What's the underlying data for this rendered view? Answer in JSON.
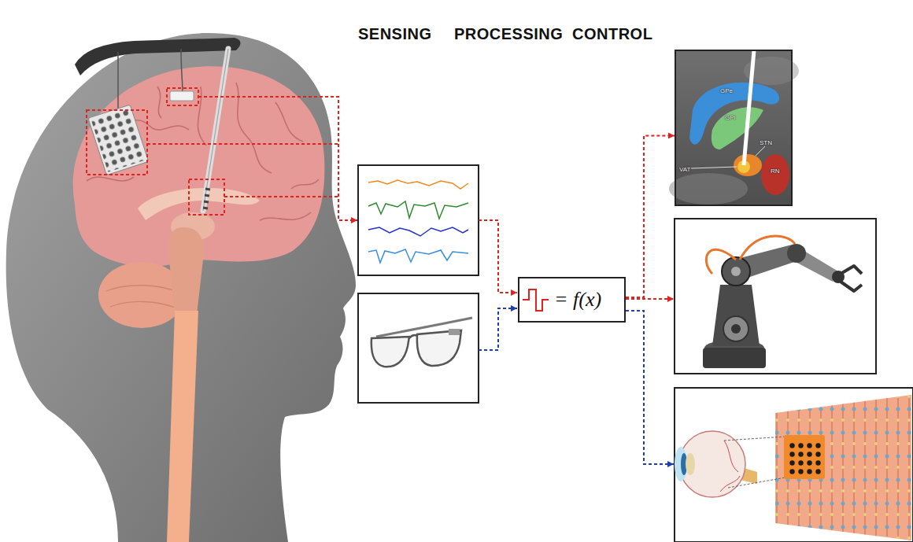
{
  "diagram": {
    "nodes": [
      {
        "text": [
          "= f(x)"
        ]
      },
      {
        "text": [
          "GPe",
          "GPi",
          "STN",
          "VAT",
          "RN"
        ]
      }
    ],
    "edges": [
      {
        "from": 0,
        "to": 1,
        "arrow": "to"
      }
    ],
    "labels": [
      "SENSING",
      "PROCESSING",
      "CONTROL"
    ]
  }
}
